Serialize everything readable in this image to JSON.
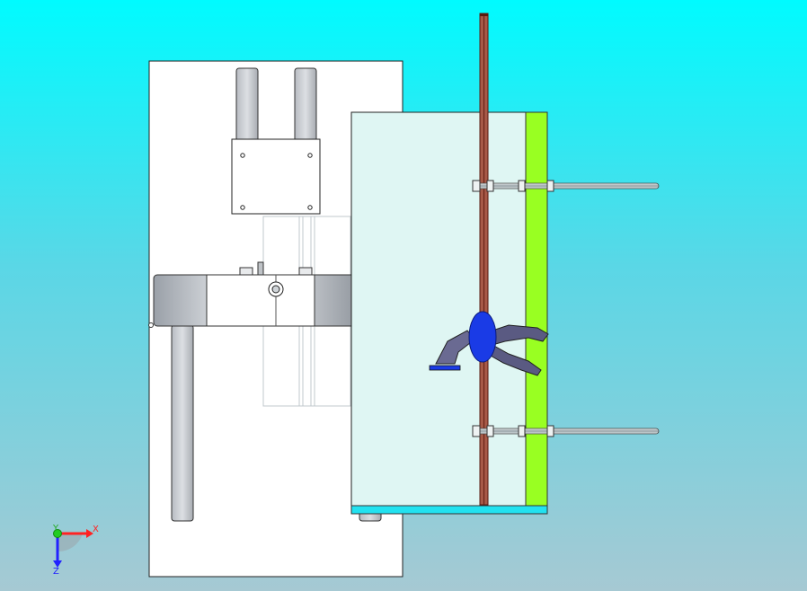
{
  "viewport": {
    "background_top": "#00fbff",
    "background_bottom": "#a6c9d3"
  },
  "colors": {
    "base_plate": "#ffffff",
    "panel": "#dff6f3",
    "panel_edge_strip": "#99ff22",
    "bottom_strip": "#22e2f0",
    "rod": "#8a3a2a",
    "clamp_body": "#1a3be6",
    "clamp_handle": "#5a5a82",
    "axis_x": "#ff2222",
    "axis_y": "#22cc22",
    "axis_z": "#2222ff"
  },
  "triad": {
    "x_label": "X",
    "y_label": "Y",
    "z_label": "Z"
  }
}
